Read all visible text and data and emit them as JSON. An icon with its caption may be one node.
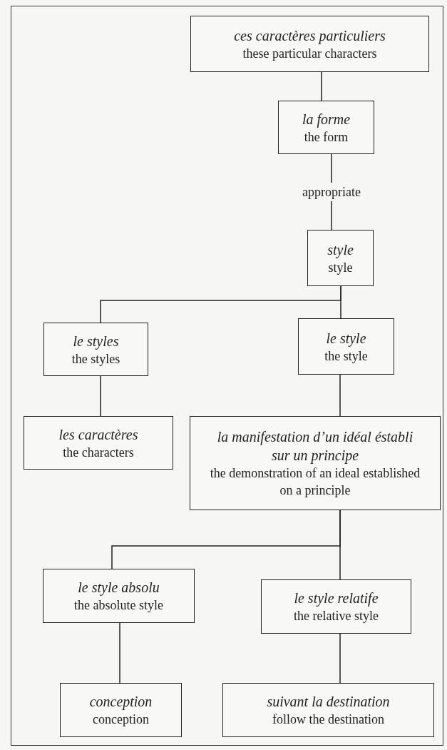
{
  "diagram": {
    "nodes": [
      {
        "text": [
          "ces caractères particuliers",
          "these particular characters"
        ]
      },
      {
        "text": [
          "la forme",
          "the form"
        ]
      },
      {
        "text": [
          "style",
          "style"
        ]
      },
      {
        "text": [
          "le styles",
          "the styles"
        ]
      },
      {
        "text": [
          "le style",
          "the style"
        ]
      },
      {
        "text": [
          "les caractères",
          "the characters"
        ]
      },
      {
        "text": [
          "la manifestation d’un idéal éstabli sur un principe",
          "the demonstration of an ideal established on a principle"
        ]
      },
      {
        "text": [
          "le style absolu",
          "the absolute style"
        ]
      },
      {
        "text": [
          "le style relatife",
          "the relative style"
        ]
      },
      {
        "text": [
          "conception",
          "conception"
        ]
      },
      {
        "text": [
          "suivant la destination",
          "follow the destination"
        ]
      }
    ],
    "edges": [
      {
        "from": 0,
        "to": 1,
        "arrow": "none"
      },
      {
        "from": 1,
        "to": 2,
        "arrow": "none",
        "label": "appropriate"
      },
      {
        "from": 2,
        "to": 3,
        "arrow": "none"
      },
      {
        "from": 2,
        "to": 4,
        "arrow": "none"
      },
      {
        "from": 3,
        "to": 5,
        "arrow": "none"
      },
      {
        "from": 4,
        "to": 6,
        "arrow": "none"
      },
      {
        "from": 6,
        "to": 7,
        "arrow": "none"
      },
      {
        "from": 6,
        "to": 8,
        "arrow": "none"
      },
      {
        "from": 7,
        "to": 9,
        "arrow": "none"
      },
      {
        "from": 8,
        "to": 10,
        "arrow": "none"
      }
    ]
  }
}
